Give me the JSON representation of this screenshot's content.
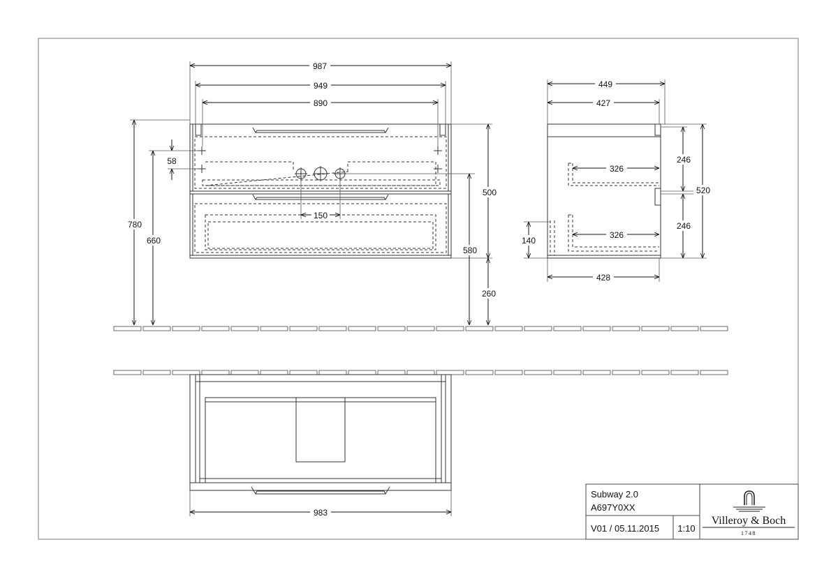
{
  "drawing": {
    "front_view": {
      "overall_width": "987",
      "inner_width": "949",
      "bracket_spacing": "890",
      "tap_spacing": "150",
      "overall_height": "780",
      "fixing_height": "660",
      "top_offset": "58",
      "cabinet_height": "500",
      "top_of_cabinet": "580",
      "floor_gap": "260"
    },
    "side_view": {
      "overall_depth": "449",
      "inner_depth": "427",
      "drawer_depth_upper": "326",
      "drawer_depth_lower": "326",
      "base_depth": "428",
      "upper_drawer_height": "246",
      "lower_drawer_height": "246",
      "side_height": "520",
      "siphon_height": "140"
    },
    "plan_view": {
      "overall_width": "983"
    }
  },
  "title_block": {
    "product_name": "Subway 2.0",
    "article_number": "A697Y0XX",
    "version_date": "V01 / 05.11.2015",
    "scale": "1:10",
    "brand": "Villeroy & Boch",
    "brand_year": "1748"
  },
  "icons": {
    "logo": "villeroy-boch-fountain-logo",
    "tap_hole": "crosshair-circle-icon",
    "fixing_point": "crosshair-icon"
  }
}
